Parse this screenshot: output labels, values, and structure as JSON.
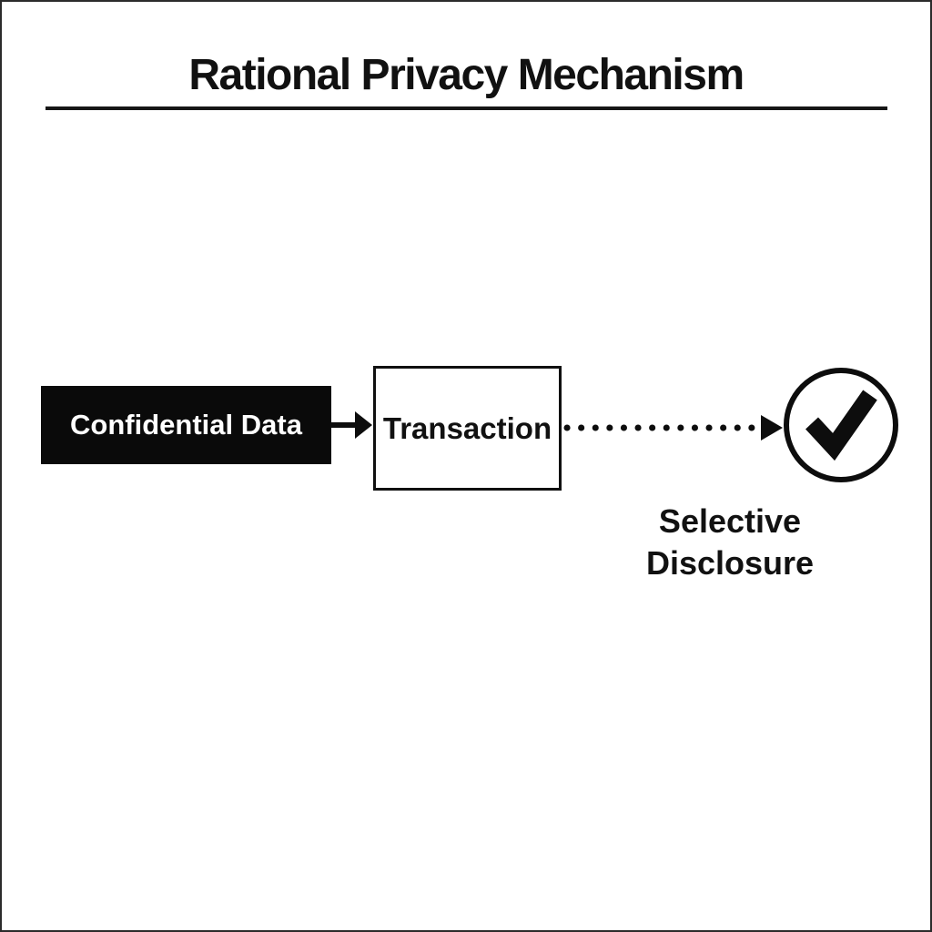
{
  "title": "Rational Privacy Mechanism",
  "nodes": {
    "confidential": {
      "label": "Confidential Data",
      "style": "filled-black"
    },
    "transaction": {
      "label": "Transaction",
      "style": "outlined-white"
    },
    "disclosure": {
      "icon": "checkmark-in-circle",
      "caption_line1": "Selective",
      "caption_line2": "Disclosure"
    }
  },
  "connectors": [
    {
      "from": "confidential",
      "to": "transaction",
      "style": "solid-arrow"
    },
    {
      "from": "transaction",
      "to": "disclosure",
      "style": "dotted-arrow"
    }
  ],
  "colors": {
    "ink": "#111111",
    "node_fill_dark": "#0a0a0a",
    "node_text_light": "#ffffff",
    "background": "#ffffff"
  }
}
